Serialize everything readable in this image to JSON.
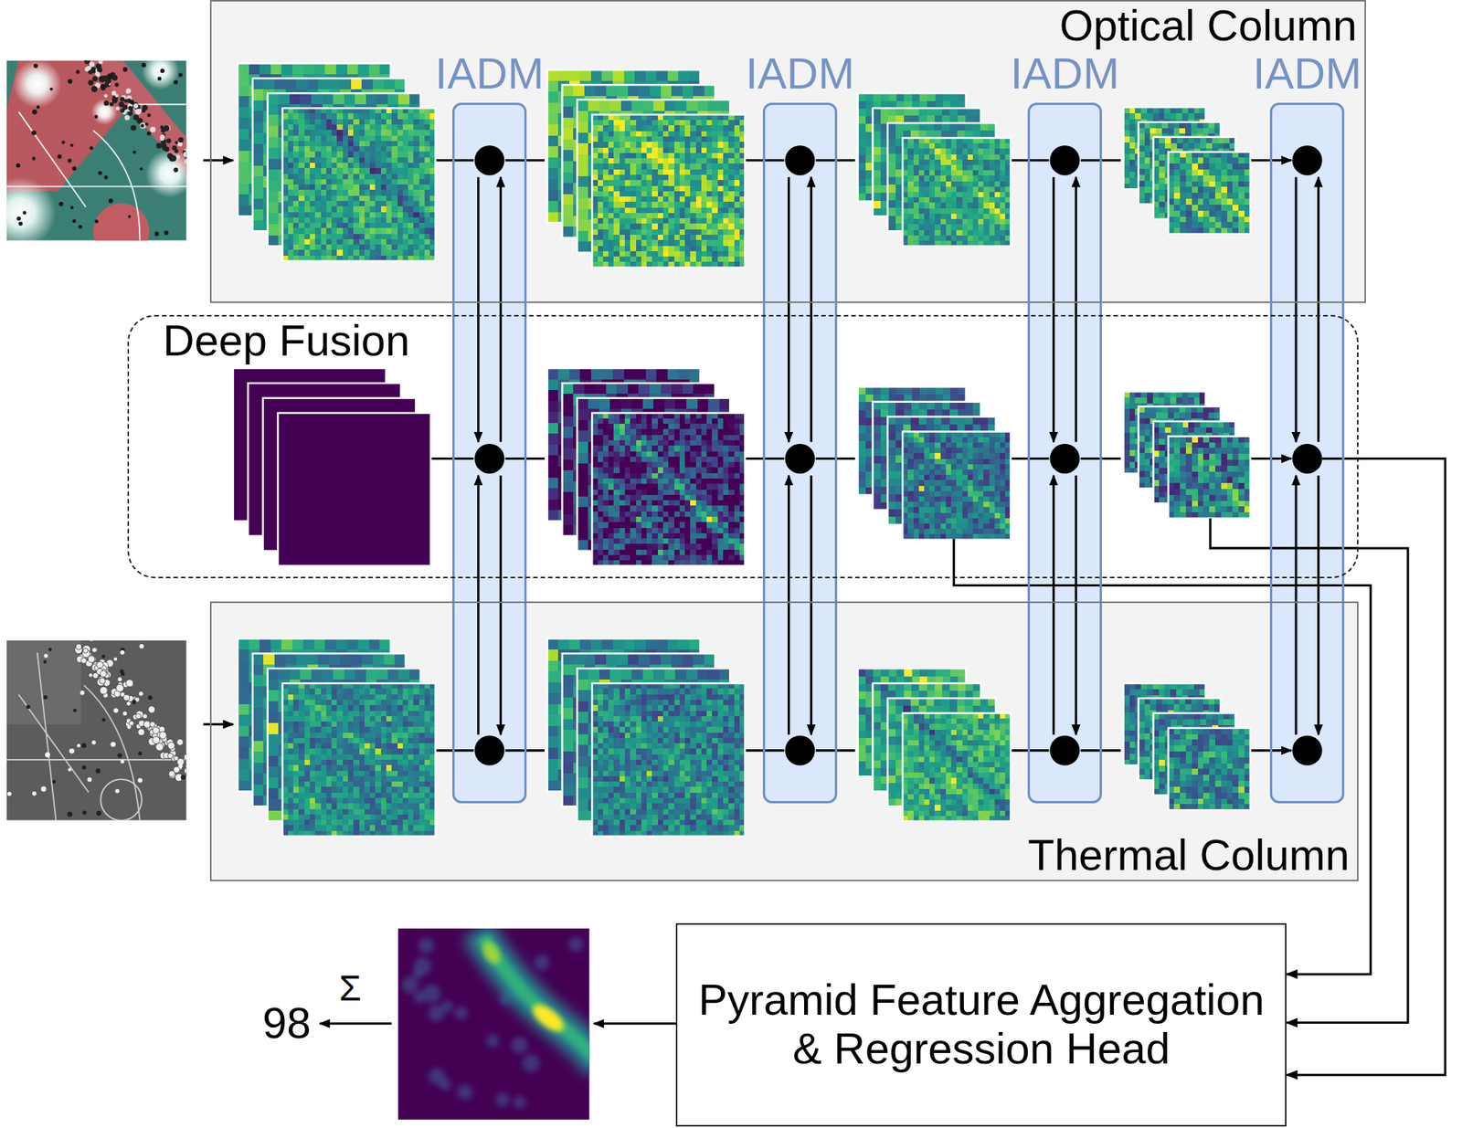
{
  "diagram": {
    "nodes": [
      {
        "text": [
          "Optical Column"
        ]
      },
      {
        "text": [
          "IADM"
        ]
      },
      {
        "text": [
          "IADM"
        ]
      },
      {
        "text": [
          "IADM"
        ]
      },
      {
        "text": [
          "IADM"
        ]
      },
      {
        "text": [
          "Deep Fusion"
        ]
      },
      {
        "text": [
          "Thermal Column"
        ]
      },
      {
        "text": [
          "Pyramid Feature Aggregation & Regression Head"
        ]
      }
    ],
    "edges": [
      {
        "from": 4,
        "to": 7,
        "arrow": "to"
      },
      {
        "from": 5,
        "to": 7,
        "arrow": "to"
      },
      {
        "from": 5,
        "to": 7,
        "arrow": "to"
      }
    ],
    "labels": [
      "Σ",
      "98"
    ]
  }
}
